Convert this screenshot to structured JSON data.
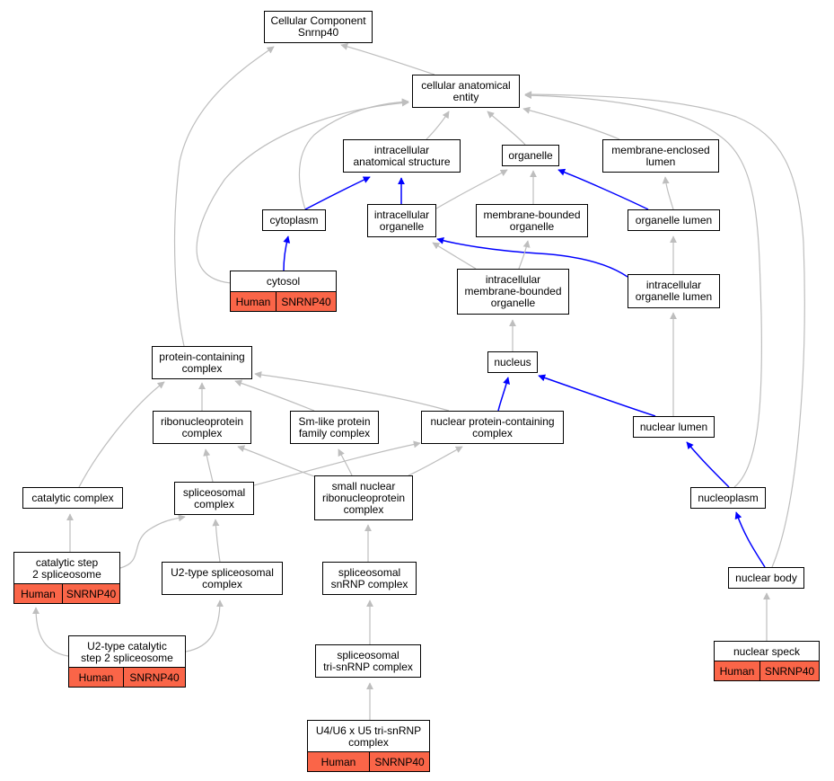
{
  "colors": {
    "is_a_edge": "#bebebe",
    "part_of_edge": "#0000ff",
    "annotation_fill": "#fa6548",
    "node_border": "#000000",
    "node_fill": "#ffffff"
  },
  "nodes": {
    "root": {
      "label": "Cellular Component\nSnrnp40"
    },
    "cellular_anatomical_entity": {
      "label": "cellular anatomical\nentity"
    },
    "intracellular_anatomical_structure": {
      "label": "intracellular\nanatomical structure"
    },
    "organelle": {
      "label": "organelle"
    },
    "membrane_enclosed_lumen": {
      "label": "membrane-enclosed\nlumen"
    },
    "cytoplasm": {
      "label": "cytoplasm"
    },
    "intracellular_organelle": {
      "label": "intracellular\norganelle"
    },
    "membrane_bounded_organelle": {
      "label": "membrane-bounded\norganelle"
    },
    "organelle_lumen": {
      "label": "organelle lumen"
    },
    "cytosol": {
      "label": "cytosol",
      "species": "Human",
      "gene": "SNRNP40"
    },
    "intracellular_membrane_bounded_organelle": {
      "label": "intracellular\nmembrane-bounded\norganelle"
    },
    "intracellular_organelle_lumen": {
      "label": "intracellular\norganelle lumen"
    },
    "protein_containing_complex": {
      "label": "protein-containing\ncomplex"
    },
    "nucleus": {
      "label": "nucleus"
    },
    "ribonucleoprotein_complex": {
      "label": "ribonucleoprotein\ncomplex"
    },
    "sm_like_protein_family_complex": {
      "label": "Sm-like protein\nfamily complex"
    },
    "nuclear_protein_containing_complex": {
      "label": "nuclear protein-containing\ncomplex"
    },
    "nuclear_lumen": {
      "label": "nuclear lumen"
    },
    "catalytic_complex": {
      "label": "catalytic complex"
    },
    "spliceosomal_complex": {
      "label": "spliceosomal\ncomplex"
    },
    "snrnp_complex": {
      "label": "small nuclear\nribonucleoprotein\ncomplex"
    },
    "nucleoplasm": {
      "label": "nucleoplasm"
    },
    "catalytic_step2_spliceosome": {
      "label": "catalytic step\n2 spliceosome",
      "species": "Human",
      "gene": "SNRNP40"
    },
    "u2_type_spliceosomal_complex": {
      "label": "U2-type spliceosomal\ncomplex"
    },
    "spliceosomal_snrnp_complex": {
      "label": "spliceosomal\nsnRNP complex"
    },
    "nuclear_body": {
      "label": "nuclear body"
    },
    "u2_type_catalytic_step2_spliceosome": {
      "label": "U2-type catalytic\nstep 2 spliceosome",
      "species": "Human",
      "gene": "SNRNP40"
    },
    "spliceosomal_tri_snrnp_complex": {
      "label": "spliceosomal\ntri-snRNP complex"
    },
    "nuclear_speck": {
      "label": "nuclear speck",
      "species": "Human",
      "gene": "SNRNP40"
    },
    "u4_u6_u5_tri_snrnp_complex": {
      "label": "U4/U6 x U5 tri-snRNP\ncomplex",
      "species": "Human",
      "gene": "SNRNP40"
    }
  },
  "edges": [
    {
      "from": "cellular_anatomical_entity",
      "to": "root",
      "type": "is_a"
    },
    {
      "from": "protein_containing_complex",
      "to": "root",
      "type": "is_a"
    },
    {
      "from": "intracellular_anatomical_structure",
      "to": "cellular_anatomical_entity",
      "type": "is_a"
    },
    {
      "from": "organelle",
      "to": "cellular_anatomical_entity",
      "type": "is_a"
    },
    {
      "from": "membrane_enclosed_lumen",
      "to": "cellular_anatomical_entity",
      "type": "is_a"
    },
    {
      "from": "cytoplasm",
      "to": "cellular_anatomical_entity",
      "type": "is_a"
    },
    {
      "from": "cytosol",
      "to": "cellular_anatomical_entity",
      "type": "is_a"
    },
    {
      "from": "nucleoplasm",
      "to": "cellular_anatomical_entity",
      "type": "is_a"
    },
    {
      "from": "nuclear_body",
      "to": "cellular_anatomical_entity",
      "type": "is_a"
    },
    {
      "from": "cytoplasm",
      "to": "intracellular_anatomical_structure",
      "type": "part_of"
    },
    {
      "from": "intracellular_organelle",
      "to": "intracellular_anatomical_structure",
      "type": "part_of"
    },
    {
      "from": "intracellular_organelle",
      "to": "organelle",
      "type": "is_a"
    },
    {
      "from": "membrane_bounded_organelle",
      "to": "organelle",
      "type": "is_a"
    },
    {
      "from": "organelle_lumen",
      "to": "organelle",
      "type": "part_of"
    },
    {
      "from": "organelle_lumen",
      "to": "membrane_enclosed_lumen",
      "type": "is_a"
    },
    {
      "from": "cytosol",
      "to": "cytoplasm",
      "type": "part_of"
    },
    {
      "from": "intracellular_membrane_bounded_organelle",
      "to": "intracellular_organelle",
      "type": "is_a"
    },
    {
      "from": "intracellular_organelle_lumen",
      "to": "intracellular_organelle",
      "type": "part_of"
    },
    {
      "from": "intracellular_membrane_bounded_organelle",
      "to": "membrane_bounded_organelle",
      "type": "is_a"
    },
    {
      "from": "intracellular_organelle_lumen",
      "to": "organelle_lumen",
      "type": "is_a"
    },
    {
      "from": "nucleus",
      "to": "intracellular_membrane_bounded_organelle",
      "type": "is_a"
    },
    {
      "from": "nuclear_lumen",
      "to": "intracellular_organelle_lumen",
      "type": "is_a"
    },
    {
      "from": "nuclear_protein_containing_complex",
      "to": "nucleus",
      "type": "part_of"
    },
    {
      "from": "nuclear_lumen",
      "to": "nucleus",
      "type": "part_of"
    },
    {
      "from": "ribonucleoprotein_complex",
      "to": "protein_containing_complex",
      "type": "is_a"
    },
    {
      "from": "sm_like_protein_family_complex",
      "to": "protein_containing_complex",
      "type": "is_a"
    },
    {
      "from": "nuclear_protein_containing_complex",
      "to": "protein_containing_complex",
      "type": "is_a"
    },
    {
      "from": "catalytic_complex",
      "to": "protein_containing_complex",
      "type": "is_a"
    },
    {
      "from": "spliceosomal_complex",
      "to": "ribonucleoprotein_complex",
      "type": "is_a"
    },
    {
      "from": "snrnp_complex",
      "to": "ribonucleoprotein_complex",
      "type": "is_a"
    },
    {
      "from": "spliceosomal_complex",
      "to": "nuclear_protein_containing_complex",
      "type": "is_a"
    },
    {
      "from": "snrnp_complex",
      "to": "nuclear_protein_containing_complex",
      "type": "is_a"
    },
    {
      "from": "snrnp_complex",
      "to": "sm_like_protein_family_complex",
      "type": "is_a"
    },
    {
      "from": "nucleoplasm",
      "to": "nuclear_lumen",
      "type": "part_of"
    },
    {
      "from": "catalytic_step2_spliceosome",
      "to": "catalytic_complex",
      "type": "is_a"
    },
    {
      "from": "catalytic_step2_spliceosome",
      "to": "spliceosomal_complex",
      "type": "is_a"
    },
    {
      "from": "u2_type_spliceosomal_complex",
      "to": "spliceosomal_complex",
      "type": "is_a"
    },
    {
      "from": "spliceosomal_snrnp_complex",
      "to": "snrnp_complex",
      "type": "is_a"
    },
    {
      "from": "nuclear_body",
      "to": "nucleoplasm",
      "type": "part_of"
    },
    {
      "from": "u2_type_catalytic_step2_spliceosome",
      "to": "catalytic_step2_spliceosome",
      "type": "is_a"
    },
    {
      "from": "u2_type_catalytic_step2_spliceosome",
      "to": "u2_type_spliceosomal_complex",
      "type": "is_a"
    },
    {
      "from": "spliceosomal_tri_snrnp_complex",
      "to": "spliceosomal_snrnp_complex",
      "type": "is_a"
    },
    {
      "from": "nuclear_speck",
      "to": "nuclear_body",
      "type": "is_a"
    },
    {
      "from": "u4_u6_u5_tri_snrnp_complex",
      "to": "spliceosomal_tri_snrnp_complex",
      "type": "is_a"
    }
  ]
}
